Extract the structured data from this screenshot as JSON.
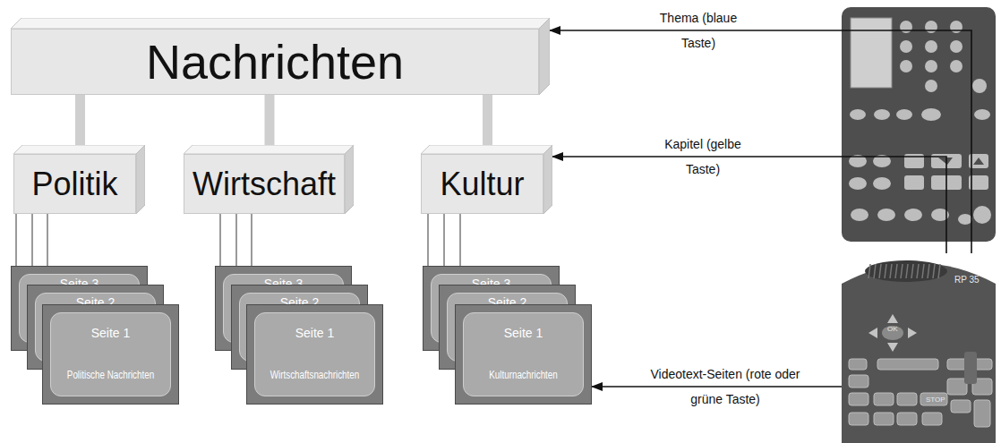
{
  "diagram": {
    "nodes": [
      {
        "text": [
          "Nachrichten"
        ]
      },
      {
        "text": [
          "Politik"
        ]
      },
      {
        "text": [
          "Wirtschaft"
        ]
      },
      {
        "text": [
          "Kultur"
        ]
      },
      {
        "text": [
          "Seite 3"
        ]
      },
      {
        "text": [
          "Seite 2"
        ]
      },
      {
        "text": [
          "Seite 1",
          "Politische Nachrichten"
        ]
      },
      {
        "text": [
          "Seite 3"
        ]
      },
      {
        "text": [
          "Seite 2"
        ]
      },
      {
        "text": [
          "Seite 1",
          "Wirtschaftsnachrichten"
        ]
      },
      {
        "text": [
          "Seite 3"
        ]
      },
      {
        "text": [
          "Seite 2"
        ]
      },
      {
        "text": [
          "Seite 1",
          "Kulturnachrichten"
        ]
      },
      {
        "text": [
          "RP 35",
          "OK",
          "STOP"
        ]
      }
    ],
    "edges": [
      {
        "from": 0,
        "to": 1,
        "arrow": "none"
      },
      {
        "from": 0,
        "to": 2,
        "arrow": "none"
      },
      {
        "from": 0,
        "to": 3,
        "arrow": "none"
      },
      {
        "from": 1,
        "to": 4,
        "arrow": "none"
      },
      {
        "from": 1,
        "to": 5,
        "arrow": "none"
      },
      {
        "from": 1,
        "to": 6,
        "arrow": "none"
      },
      {
        "from": 2,
        "to": 7,
        "arrow": "none"
      },
      {
        "from": 2,
        "to": 8,
        "arrow": "none"
      },
      {
        "from": 2,
        "to": 9,
        "arrow": "none"
      },
      {
        "from": 3,
        "to": 10,
        "arrow": "none"
      },
      {
        "from": 3,
        "to": 11,
        "arrow": "none"
      },
      {
        "from": 3,
        "to": 12,
        "arrow": "none"
      },
      {
        "from": 13,
        "to": 0,
        "label": "Thema (blaue Taste)",
        "arrow": "to"
      },
      {
        "from": 13,
        "to": 3,
        "label": "Kapitel (gelbe Taste)",
        "arrow": "to"
      },
      {
        "from": 13,
        "to": 12,
        "label": "Videotext-Seiten (rote oder grüne Taste)",
        "arrow": "to"
      }
    ]
  }
}
